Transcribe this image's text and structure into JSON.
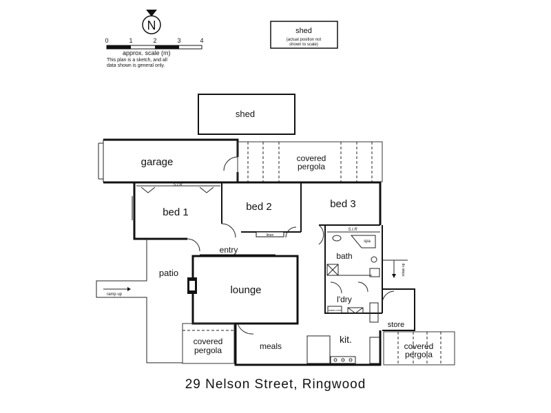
{
  "compass": {
    "letter": "N"
  },
  "scale": {
    "ticks": [
      "0",
      "1",
      "2",
      "3",
      "4"
    ],
    "caption": "approx. scale (m)",
    "note_line1": "This plan is a sketch, and all",
    "note_line2": "data shown is general only."
  },
  "legend": {
    "title": "shed",
    "note_line1": "(actual position not",
    "note_line2": "shown to scale)"
  },
  "rooms": {
    "shed": "shed",
    "garage": "garage",
    "covered_pergola_top_1": "covered",
    "covered_pergola_top_2": "pergola",
    "bed1": "bed 1",
    "bed2": "bed 2",
    "bed3": "bed 3",
    "sir_bed1": "S.I.R",
    "sir_bath": "S.I.R",
    "linen": "linen",
    "spa": "spa",
    "entry": "entry",
    "bath": "bath",
    "dn_stairs": "dn steps",
    "patio": "patio",
    "ramp_up": "ramp up",
    "lounge": "lounge",
    "laundry": "l'dry",
    "wash_mach": "wash mch",
    "store": "store",
    "covered_pergola_bl_1": "covered",
    "covered_pergola_bl_2": "pergola",
    "meals": "meals",
    "kit": "kit.",
    "covered_pergola_br_1": "covered",
    "covered_pergola_br_2": "pergola"
  },
  "address": "29 Nelson Street, Ringwood"
}
